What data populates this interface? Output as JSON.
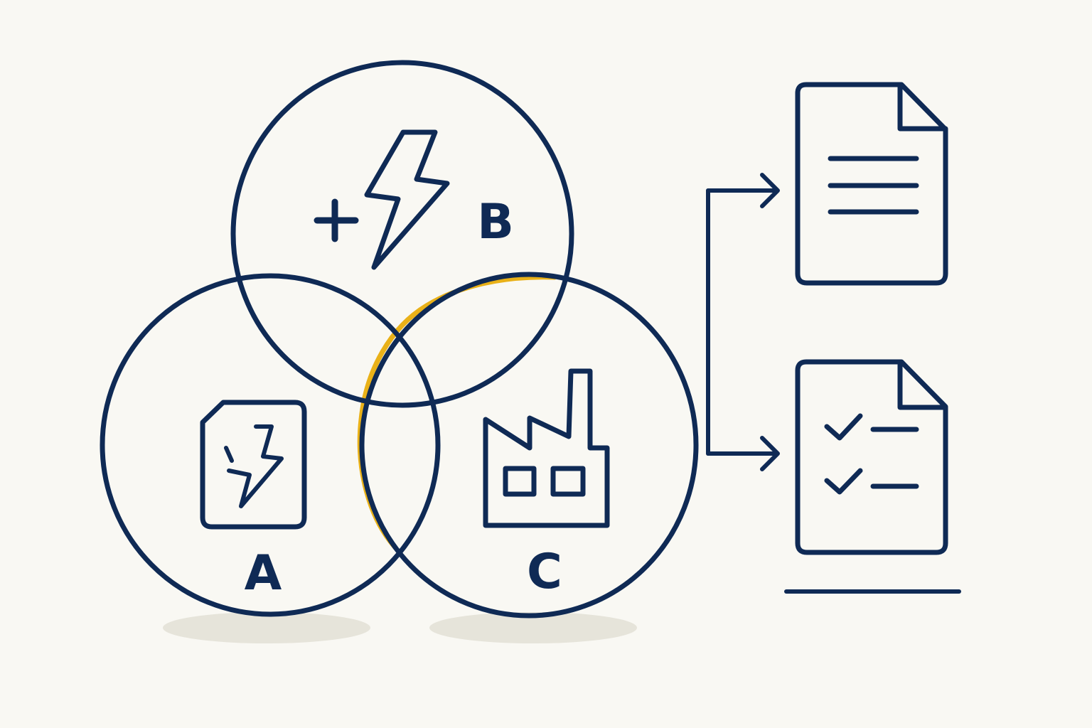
{
  "colors": {
    "background": "#f9f8f3",
    "ink": "#0f2a55",
    "accent": "#e9b118",
    "shadow": "#e6e4da"
  },
  "circles": {
    "a": {
      "label": "A",
      "icon": "document-lightning-icon"
    },
    "b": {
      "label": "B",
      "icon": "plus-lightning-icon"
    },
    "c": {
      "label": "C",
      "icon": "factory-icon"
    }
  },
  "highlight": {
    "icon": "highlighted-circle"
  },
  "outputs": [
    {
      "icon": "document-lines-icon"
    },
    {
      "icon": "checklist-document-icon"
    }
  ]
}
